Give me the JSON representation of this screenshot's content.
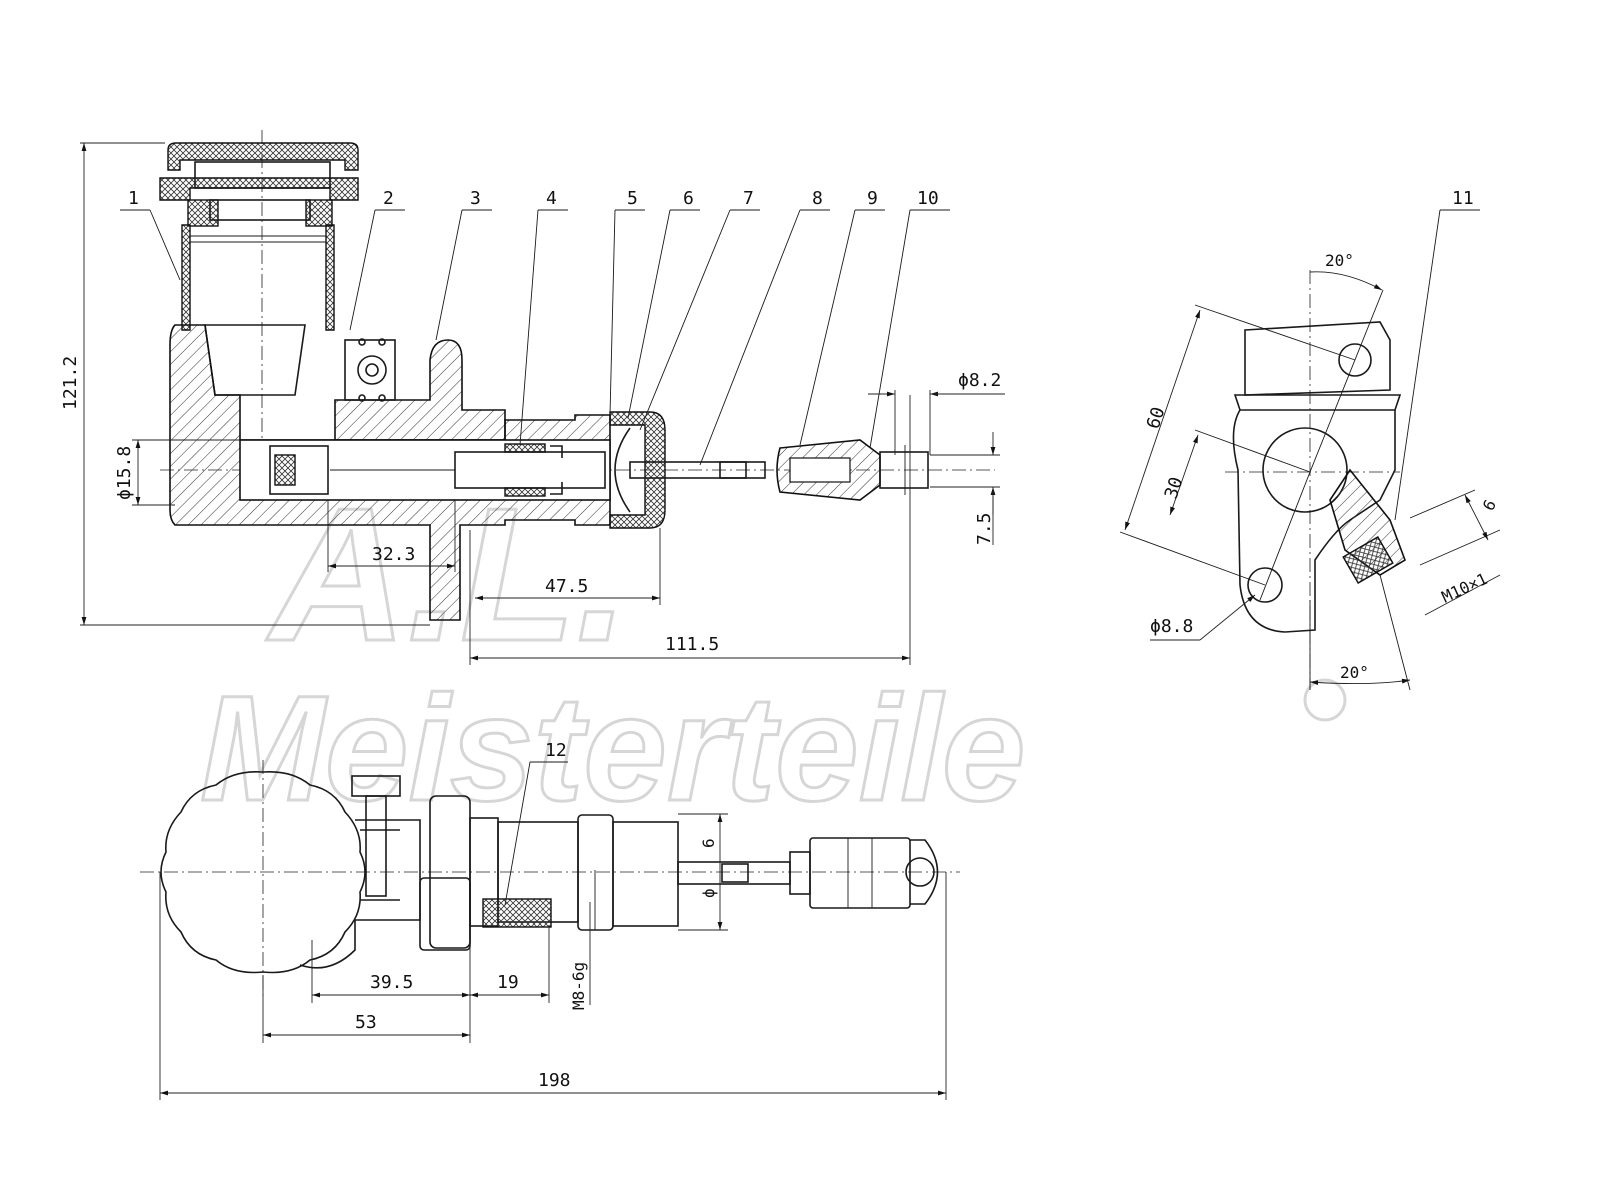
{
  "watermark": {
    "line1": "A.L.",
    "line2": "Meisterteile"
  },
  "callouts": [
    "1",
    "2",
    "3",
    "4",
    "5",
    "6",
    "7",
    "8",
    "9",
    "10",
    "11",
    "12"
  ],
  "dimensions": {
    "height_total": "121.2",
    "bore": "ϕ15.8",
    "len_32_3": "32.3",
    "len_47_5": "47.5",
    "len_111_5": "111.5",
    "pin_dia": "ϕ8.2",
    "offset_7_5": "7.5",
    "angle_top": "20°",
    "dist_60": "60",
    "dist_30": "30",
    "hole_dia": "ϕ8.8",
    "thread_port": "M10×1",
    "port_6": "6",
    "angle_bottom": "20°",
    "rod_6": "6",
    "thread_stud": "M8-6g",
    "len_39_5": "39.5",
    "len_19": "19",
    "len_53": "53",
    "len_198": "198"
  }
}
